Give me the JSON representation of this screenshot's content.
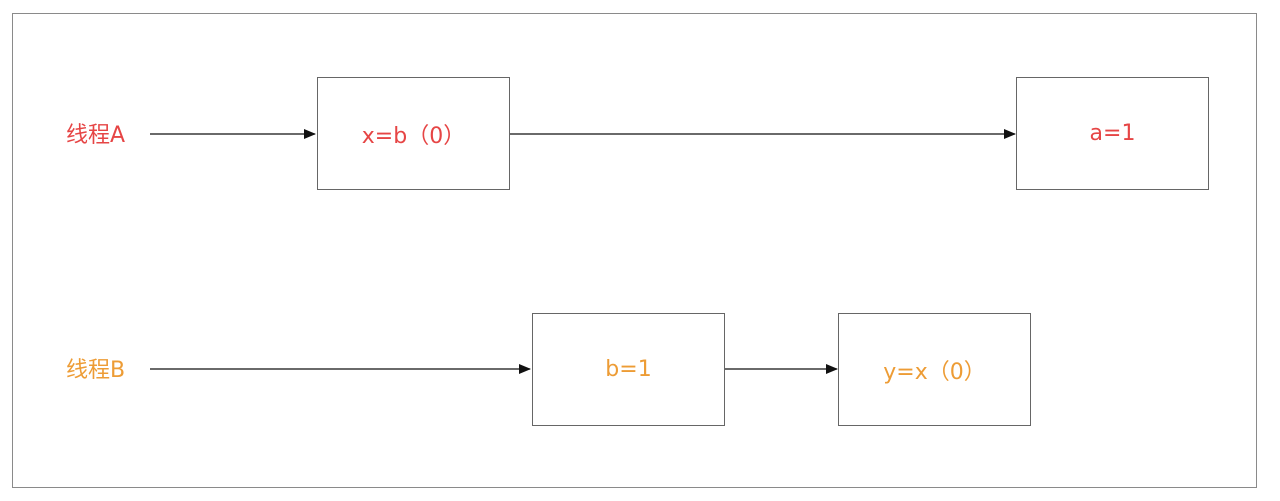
{
  "colors": {
    "thread_a": "#e64545",
    "thread_b": "#ed9c35",
    "line": "#111111",
    "box_border": "#666666"
  },
  "thread_a": {
    "label": "线程A",
    "steps": [
      "x=b（0）",
      "a=1"
    ]
  },
  "thread_b": {
    "label": "线程B",
    "steps": [
      "b=1",
      "y=x（0）"
    ]
  }
}
